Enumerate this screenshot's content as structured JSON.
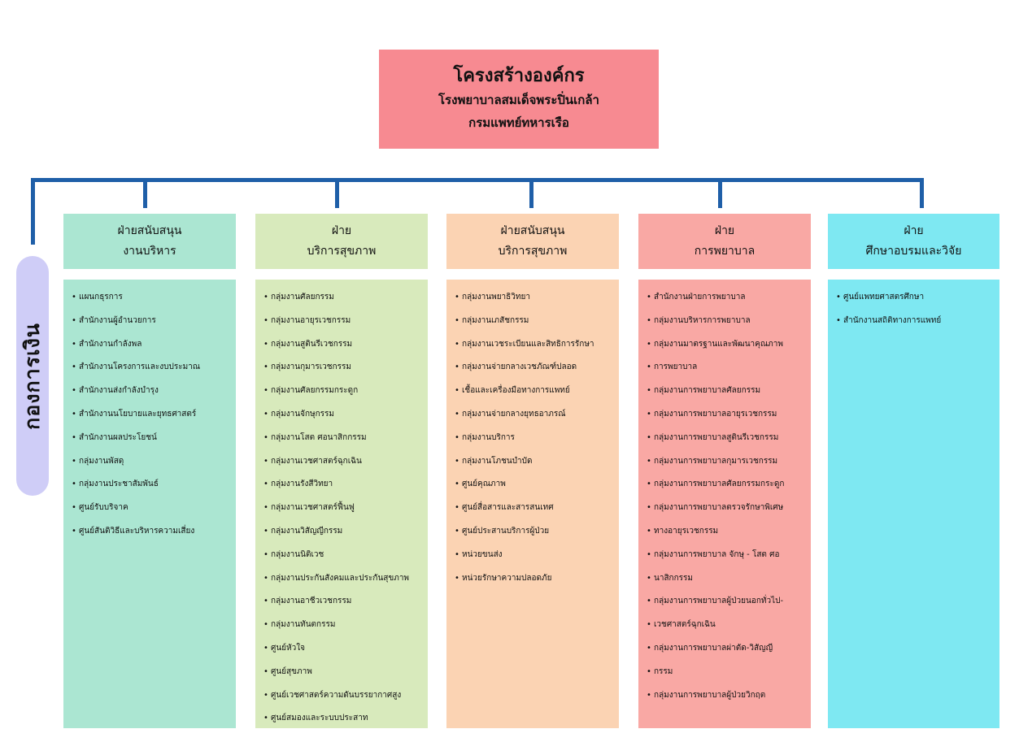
{
  "title": {
    "main": "โครงสร้างองค์กร",
    "line2": "โรงพยาบาลสมเด็จพระปิ่นเกล้า",
    "line3": "กรมแพทย์ทหารเรือ"
  },
  "finance": {
    "label": "กองการเงิน",
    "color": "#cfcdf7"
  },
  "colors": {
    "connector": "#1f5fa8",
    "title_bg": "#f78a91"
  },
  "departments": [
    {
      "line1": "ฝ่ายสนับสนุน",
      "line2": "งานบริหาร",
      "color": "#abe6d2",
      "items": [
        "แผนกธุรการ",
        "สำนักงานผู้อำนวยการ",
        "สำนักงานกำลังพล",
        "สำนักงานโครงการและงบประมาณ",
        "สำนักงานส่งกำลังบำรุง",
        "สำนักงานนโยบายและยุทธศาสตร์",
        "สำนักงานผลประโยชน์",
        "กลุ่มงานพัสดุ",
        "กลุ่มงานประชาสัมพันธ์",
        "ศูนย์รับบริจาค",
        "ศูนย์สันติวิธีและบริหารความเสี่ยง"
      ]
    },
    {
      "line1": "ฝ่าย",
      "line2": "บริการสุขภาพ",
      "color": "#d8eabc",
      "items": [
        "กลุ่มงานศัลยกรรม",
        "กลุ่มงานอายุรเวชกรรม",
        "กลุ่มงานสูตินรีเวชกรรม",
        "กลุ่มงานกุมารเวชกรรม",
        "กลุ่มงานศัลยกรรมกระดูก",
        "กลุ่มงานจักษุกรรม",
        "กลุ่มงานโสต ศอนาสิกกรรม",
        "กลุ่มงานเวชศาสตร์ฉุกเฉิน",
        "กลุ่มงานรังสีวิทยา",
        "กลุ่มงานเวชศาสตร์ฟื้นฟู",
        "กลุ่มงานวิสัญญีกรรม",
        "กลุ่มงานนิติเวช",
        "กลุ่มงานประกันสังคมและประกันสุขภาพ",
        "กลุ่มงานอาชีวเวชกรรม",
        "กลุ่มงานทันตกรรม",
        "ศูนย์หัวใจ",
        "ศูนย์สุขภาพ",
        "ศูนย์เวชศาสตร์ความดันบรรยากาศสูง",
        "ศูนย์สมองและระบบประสาท"
      ]
    },
    {
      "line1": "ฝ่ายสนับสนุน",
      "line2": "บริการสุขภาพ",
      "color": "#fbd3b3",
      "items": [
        "กลุ่มงานพยาธิวิทยา",
        "กลุ่มงานเภสัชกรรม",
        "กลุ่มงานเวชระเบียนและสิทธิการรักษา",
        "กลุ่มงานจ่ายกลางเวชภัณฑ์ปลอด",
        "เชื้อและเครื่องมือทางการแพทย์",
        "กลุ่มงานจ่ายกลางยุทธอาภรณ์",
        "กลุ่มงานบริการ",
        "กลุ่มงานโภชนบำบัด",
        "ศูนย์คุณภาพ",
        "ศูนย์สื่อสารและสารสนเทศ",
        "ศูนย์ประสานบริการผู้ป่วย",
        "หน่วยขนส่ง",
        "หน่วยรักษาความปลอดภัย"
      ]
    },
    {
      "line1": "ฝ่าย",
      "line2": "การพยาบาล",
      "color": "#f9a8a4",
      "items": [
        "สำนักงานฝ่ายการพยาบาล",
        "กลุ่มงานบริหารการพยาบาล",
        "กลุ่มงานมาตรฐานและพัฒนาคุณภาพ",
        "การพยาบาล",
        "กลุ่มงานการพยาบาลศัลยกรรม",
        "กลุ่มงานการพยาบาลอายุรเวชกรรม",
        "กลุ่มงานการพยาบาลสูตินรีเวชกรรม",
        "กลุ่มงานการพยาบาลกุมารเวชกรรม",
        "กลุ่มงานการพยาบาลศัลยกรรมกระดูก",
        "กลุ่มงานการพยาบาลตรวจรักษาพิเศษ",
        "ทางอายุรเวชกรรม",
        "กลุ่มงานการพยาบาล จักษุ - โสต ศอ",
        "นาสิกกรรม",
        "กลุ่มงานการพยาบาลผู้ป่วยนอกทั่วไป-",
        "เวชศาสตร์ฉุกเฉิน",
        "กลุ่มงานการพยาบาลผ่าตัด-วิสัญญี",
        "กรรม",
        "กลุ่มงานการพยาบาลผู้ป่วยวิกฤต"
      ]
    },
    {
      "line1": "ฝ่าย",
      "line2": "ศึกษาอบรมและวิจัย",
      "color": "#7ee8f2",
      "items": [
        "ศูนย์แพทยศาสตรศึกษา",
        "สำนักงานสถิติทางการแพทย์"
      ]
    }
  ]
}
